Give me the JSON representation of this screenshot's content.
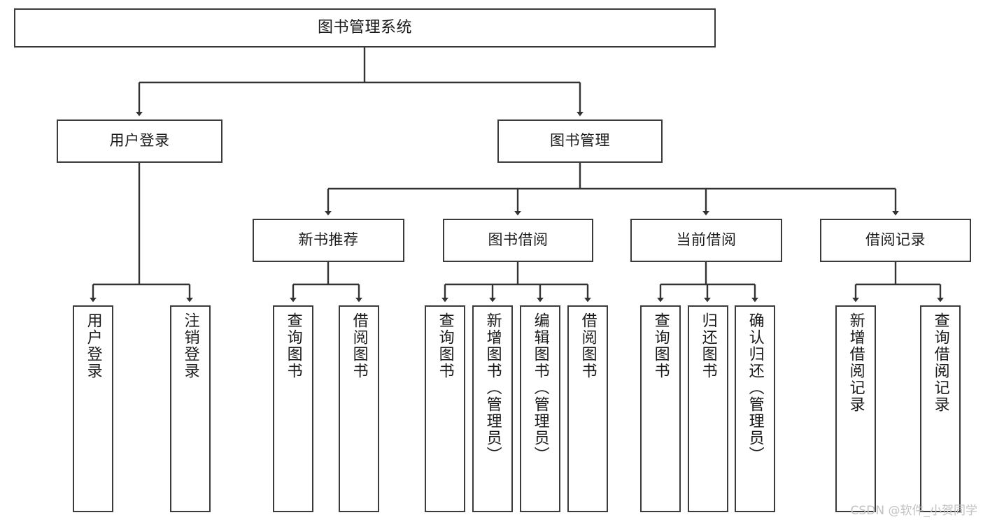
{
  "diagram": {
    "title": "图书管理系统",
    "watermark": "CSDN @软件_小贺同学",
    "colors": {
      "background": "#ffffff",
      "box_border": "#3b3b3b",
      "box_fill": "#ffffff",
      "connector": "#333333",
      "text": "#1a1a1a",
      "watermark": "#c2c2c2"
    }
  },
  "nodes": {
    "root": {
      "label": "图书管理系统"
    },
    "level2": [
      {
        "label": "用户登录"
      },
      {
        "label": "图书管理"
      }
    ],
    "level3": [
      {
        "label": "新书推荐"
      },
      {
        "label": "图书借阅"
      },
      {
        "label": "当前借阅"
      },
      {
        "label": "借阅记录"
      }
    ],
    "leaves": {
      "user_login": [
        {
          "label": "用户登录"
        },
        {
          "label": "注销登录"
        }
      ],
      "new_book_recommend": [
        {
          "label": "查询图书"
        },
        {
          "label": "借阅图书"
        }
      ],
      "book_borrow": [
        {
          "label": "查询图书"
        },
        {
          "label": "新增图书（管理员）"
        },
        {
          "label": "编辑图书（管理员）"
        },
        {
          "label": "借阅图书"
        }
      ],
      "current_borrow": [
        {
          "label": "查询图书"
        },
        {
          "label": "归还图书"
        },
        {
          "label": "确认归还（管理员）"
        }
      ],
      "borrow_record": [
        {
          "label": "新增借阅记录"
        },
        {
          "label": "查询借阅记录"
        }
      ]
    }
  },
  "chart_data": {
    "type": "diagram",
    "diagram_type": "tree",
    "orientation": "top-down",
    "title": "图书管理系统",
    "root": "图书管理系统",
    "edges": [
      [
        "图书管理系统",
        "用户登录"
      ],
      [
        "图书管理系统",
        "图书管理"
      ],
      [
        "用户登录",
        "用户登录"
      ],
      [
        "用户登录",
        "注销登录"
      ],
      [
        "图书管理",
        "新书推荐"
      ],
      [
        "图书管理",
        "图书借阅"
      ],
      [
        "图书管理",
        "当前借阅"
      ],
      [
        "图书管理",
        "借阅记录"
      ],
      [
        "新书推荐",
        "查询图书"
      ],
      [
        "新书推荐",
        "借阅图书"
      ],
      [
        "图书借阅",
        "查询图书"
      ],
      [
        "图书借阅",
        "新增图书（管理员）"
      ],
      [
        "图书借阅",
        "编辑图书（管理员）"
      ],
      [
        "图书借阅",
        "借阅图书"
      ],
      [
        "当前借阅",
        "查询图书"
      ],
      [
        "当前借阅",
        "归还图书"
      ],
      [
        "当前借阅",
        "确认归还（管理员）"
      ],
      [
        "借阅记录",
        "新增借阅记录"
      ],
      [
        "借阅记录",
        "查询借阅记录"
      ]
    ],
    "levels": 4,
    "node_count": 20
  }
}
